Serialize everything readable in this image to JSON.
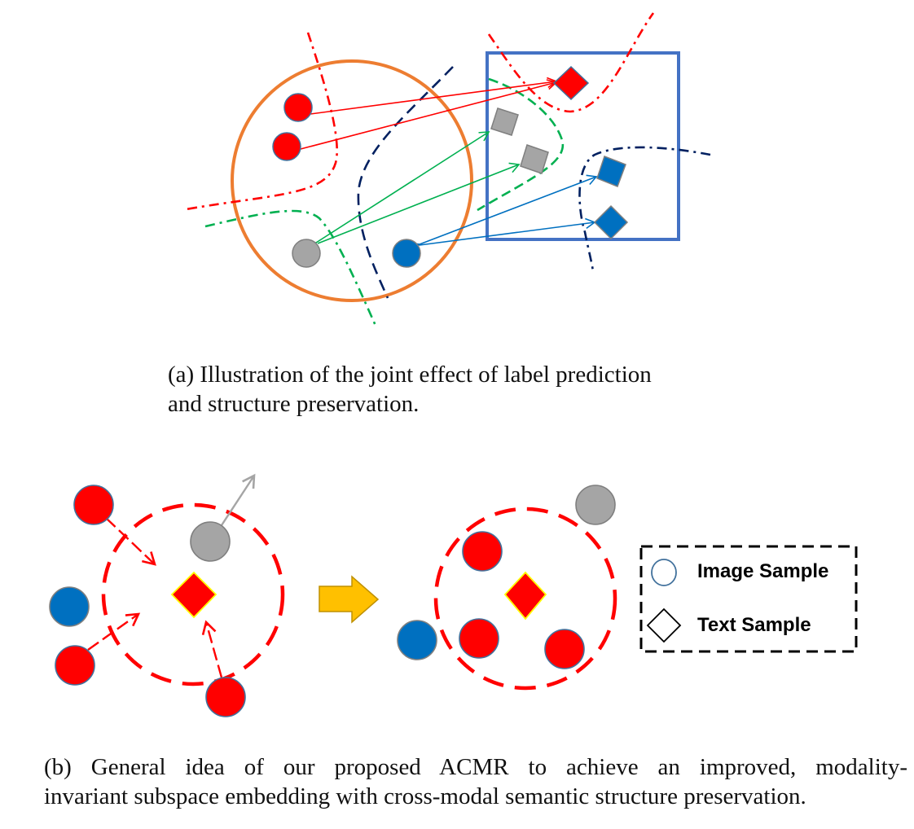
{
  "figure_a": {
    "caption_line1": "(a)  Illustration of the joint effect of label prediction",
    "caption_line2": "and structure preservation.",
    "regions": {
      "image_space": {
        "shape": "circle",
        "color": "#ED7D31"
      },
      "text_space": {
        "shape": "square",
        "color": "#4472C4"
      }
    },
    "image_samples": [
      {
        "label": "red",
        "color": "#FF0000"
      },
      {
        "label": "red",
        "color": "#FF0000"
      },
      {
        "label": "gray",
        "color": "#A5A5A5"
      },
      {
        "label": "blue",
        "color": "#0070C0"
      }
    ],
    "text_samples": [
      {
        "label": "red",
        "color": "#FF0000"
      },
      {
        "label": "gray",
        "color": "#A5A5A5"
      },
      {
        "label": "gray",
        "color": "#A5A5A5"
      },
      {
        "label": "blue",
        "color": "#0070C0"
      },
      {
        "label": "blue",
        "color": "#0070C0"
      }
    ],
    "boundary_colors": {
      "red": "#FF0000",
      "green": "#00B050",
      "navy": "#002060"
    },
    "link_colors": {
      "red": "#FF0000",
      "green": "#00B050",
      "blue": "#0070C0"
    }
  },
  "figure_b": {
    "caption_line1": "(b)  General idea of our proposed ACMR to achieve an improved, modality-",
    "caption_line2": "invariant subspace embedding with cross-modal semantic structure preservation.",
    "transition_arrow_color": "#FFC000",
    "legend": {
      "image_label": "Image Sample",
      "text_label": "Text Sample"
    },
    "colors": {
      "red": "#FF0000",
      "gray": "#A5A5A5",
      "blue": "#0070C0",
      "diamond_border": "#FFFF00"
    }
  }
}
